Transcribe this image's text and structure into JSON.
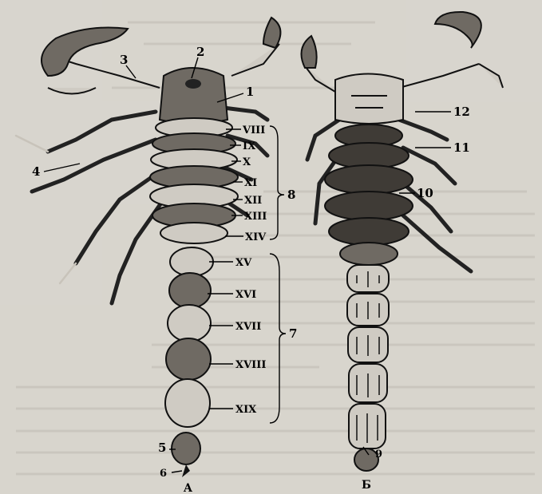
{
  "figure": {
    "dorsal_labels": {
      "n1": "1",
      "n2": "2",
      "n3": "3",
      "n4": "4",
      "n5": "5",
      "n6": "6",
      "n8": "8",
      "n7": "7",
      "r8": "VIII",
      "r9": "IX",
      "r10": "X",
      "r11": "XI",
      "r12": "XII",
      "r13": "XIII",
      "r14": "XIV",
      "r15": "XV",
      "r16": "XVI",
      "r17": "XVII",
      "r18": "XVIII",
      "r19": "XIX",
      "caption": "A"
    },
    "ventral_labels": {
      "n12": "12",
      "n11": "11",
      "n10": "10",
      "n9": "9",
      "caption": "Б"
    }
  }
}
